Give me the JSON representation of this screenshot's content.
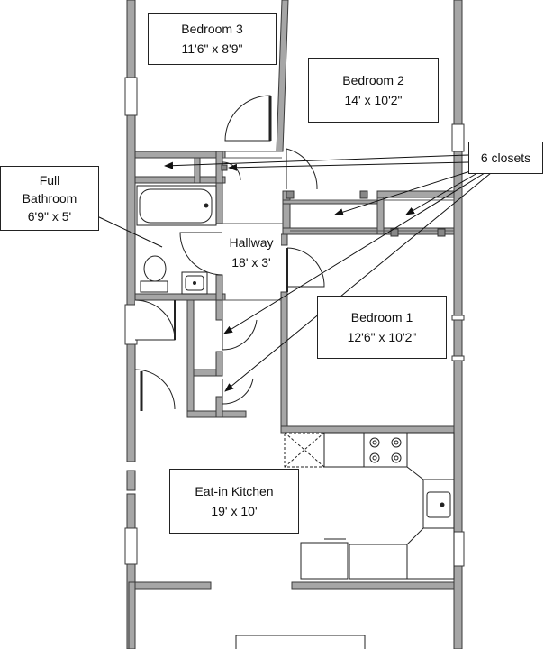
{
  "rooms": {
    "bedroom3": {
      "name": "Bedroom 3",
      "size": "11'6\" x 8'9\""
    },
    "bedroom2": {
      "name": "Bedroom 2",
      "size": "14' x 10'2\""
    },
    "bedroom1": {
      "name": "Bedroom 1",
      "size": "12'6\" x 10'2\""
    },
    "bathroom": {
      "name_line1": "Full",
      "name_line2": "Bathroom",
      "size": "6'9\" x 5'"
    },
    "hallway": {
      "name": "Hallway",
      "size": "18' x 3'"
    },
    "kitchen": {
      "name": "Eat-in Kitchen",
      "size": "19' x 10'"
    }
  },
  "callouts": {
    "closets": "6 closets"
  },
  "colors": {
    "wall_fill": "#a6a6a6",
    "wall_stroke": "#3a3a3a",
    "line": "#222222"
  }
}
